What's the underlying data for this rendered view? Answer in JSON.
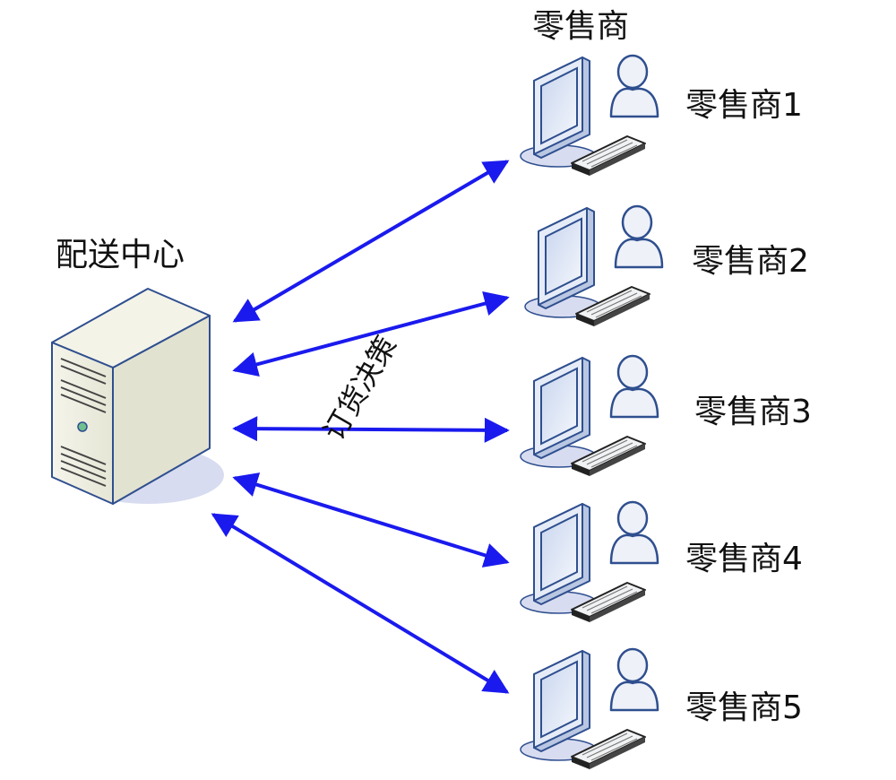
{
  "diagram": {
    "retailers_heading": "零售商",
    "center": {
      "label": "配送中心",
      "icon": "server-tower-icon"
    },
    "edge_label": "订货决策",
    "retailers": [
      {
        "label": "零售商1",
        "icon": "workstation-user-icon"
      },
      {
        "label": "零售商2",
        "icon": "workstation-user-icon"
      },
      {
        "label": "零售商3",
        "icon": "workstation-user-icon"
      },
      {
        "label": "零售商4",
        "icon": "workstation-user-icon"
      },
      {
        "label": "零售商5",
        "icon": "workstation-user-icon"
      }
    ],
    "colors": {
      "arrow": "#1a1aee",
      "icon_outline": "#2f4f8f",
      "server_body": "#efefe2",
      "screen": "#dde6f6",
      "shadow": "#d8dcf0"
    }
  }
}
